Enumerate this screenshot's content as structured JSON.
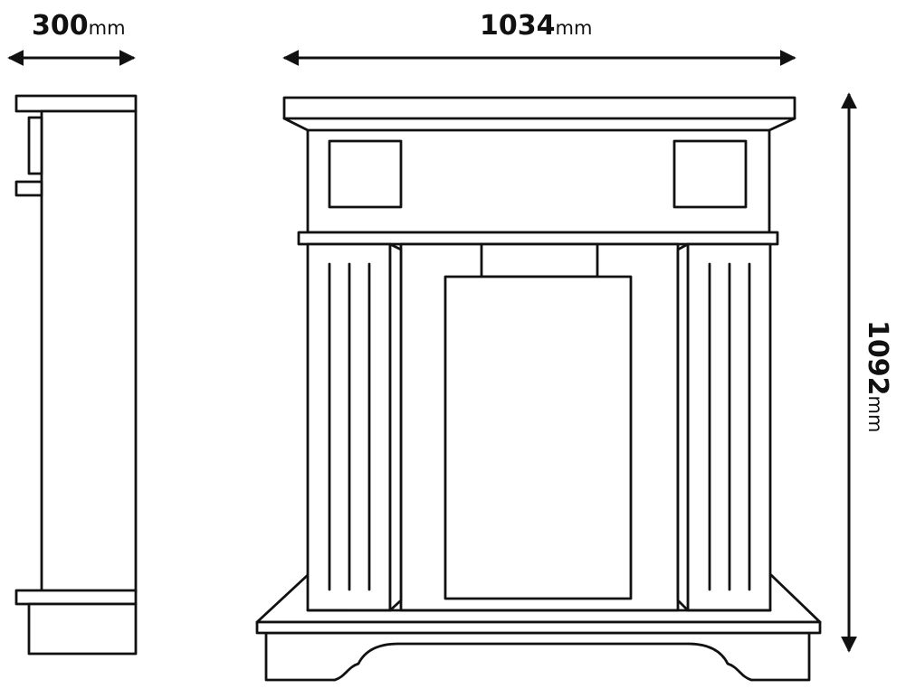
{
  "dimensions": {
    "depth": {
      "value": "300",
      "unit": "mm"
    },
    "width": {
      "value": "1034",
      "unit": "mm"
    },
    "height": {
      "value": "1092",
      "unit": "mm"
    }
  },
  "colors": {
    "line": "#111111",
    "background": "#ffffff"
  }
}
